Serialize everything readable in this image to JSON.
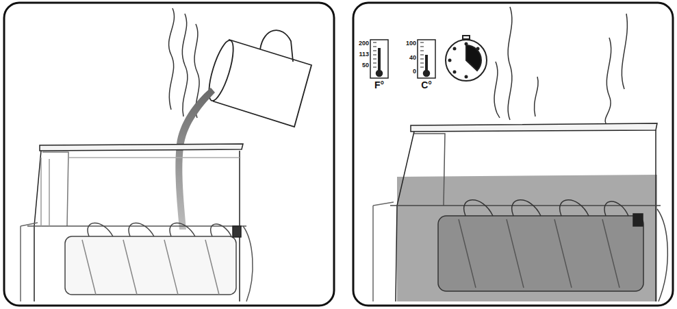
{
  "diagram": {
    "labels": [
      "200",
      "113",
      "50",
      "F°",
      "100",
      "40",
      "0",
      "C°"
    ]
  }
}
